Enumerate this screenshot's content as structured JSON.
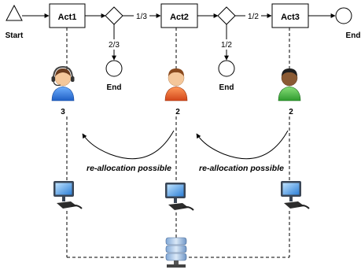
{
  "process": {
    "start_label": "Start",
    "activities": [
      "Act1",
      "Act2",
      "Act3"
    ],
    "gateway_labels": {
      "g1_continue": "1/3",
      "g1_end": "2/3",
      "g2_continue": "1/2",
      "g2_end": "1/2"
    },
    "end_labels": [
      "End",
      "End",
      "End"
    ]
  },
  "actors": [
    {
      "icon": "call-center-agent-icon",
      "count": "3",
      "color": "#2a6fd0"
    },
    {
      "icon": "person-orange-icon",
      "count": "2",
      "color": "#e05a1c"
    },
    {
      "icon": "person-green-icon",
      "count": "2",
      "color": "#3aa83a"
    }
  ],
  "reallocation": {
    "left": "re-allocation possible",
    "right": "re-allocation possible"
  },
  "network": {
    "workstation_icon": "workstation-icon",
    "server_icon": "database-server-icon"
  }
}
